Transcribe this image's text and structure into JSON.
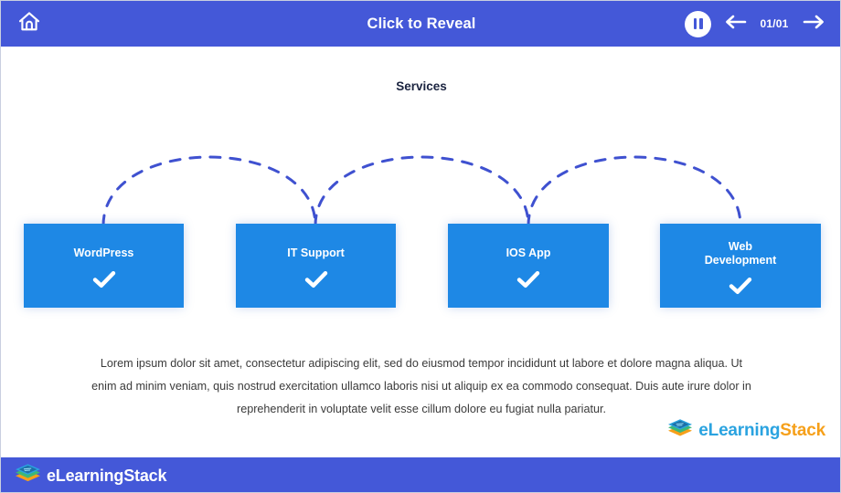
{
  "header": {
    "title": "Click to Reveal",
    "home_icon": "home-icon",
    "pause_icon": "pause-icon",
    "prev_icon": "arrow-left-icon",
    "next_icon": "arrow-right-icon",
    "page_indicator": "01/01",
    "background_color": "#4458d8"
  },
  "stage": {
    "section_title": "Services",
    "cards": [
      {
        "label": "WordPress",
        "icon": "check-icon",
        "color": "#1e88e5"
      },
      {
        "label": "IT Support",
        "icon": "check-icon",
        "color": "#1e88e5"
      },
      {
        "label": "IOS App",
        "icon": "check-icon",
        "color": "#1e88e5"
      },
      {
        "label": "Web\nDevelopment",
        "icon": "check-icon",
        "color": "#1e88e5"
      }
    ],
    "connector_color": "#3f51d0",
    "body_text": "Lorem ipsum dolor sit amet, consectetur adipiscing elit, sed do eiusmod tempor incididunt ut labore et dolore magna aliqua. Ut enim ad minim veniam, quis nostrud exercitation ullamco laboris nisi ut aliquip ex ea commodo consequat. Duis aute irure dolor in reprehenderit in voluptate velit esse cillum dolore eu fugiat nulla pariatur."
  },
  "brand": {
    "part_one": "eLearning",
    "part_two": "Stack",
    "icon": "layers-stack-icon",
    "color_one": "#2aa3e0",
    "color_two": "#f6a01a"
  },
  "footer": {
    "background_color": "#4458d8",
    "brand_part_one": "eLearning",
    "brand_part_two": "Stack"
  }
}
